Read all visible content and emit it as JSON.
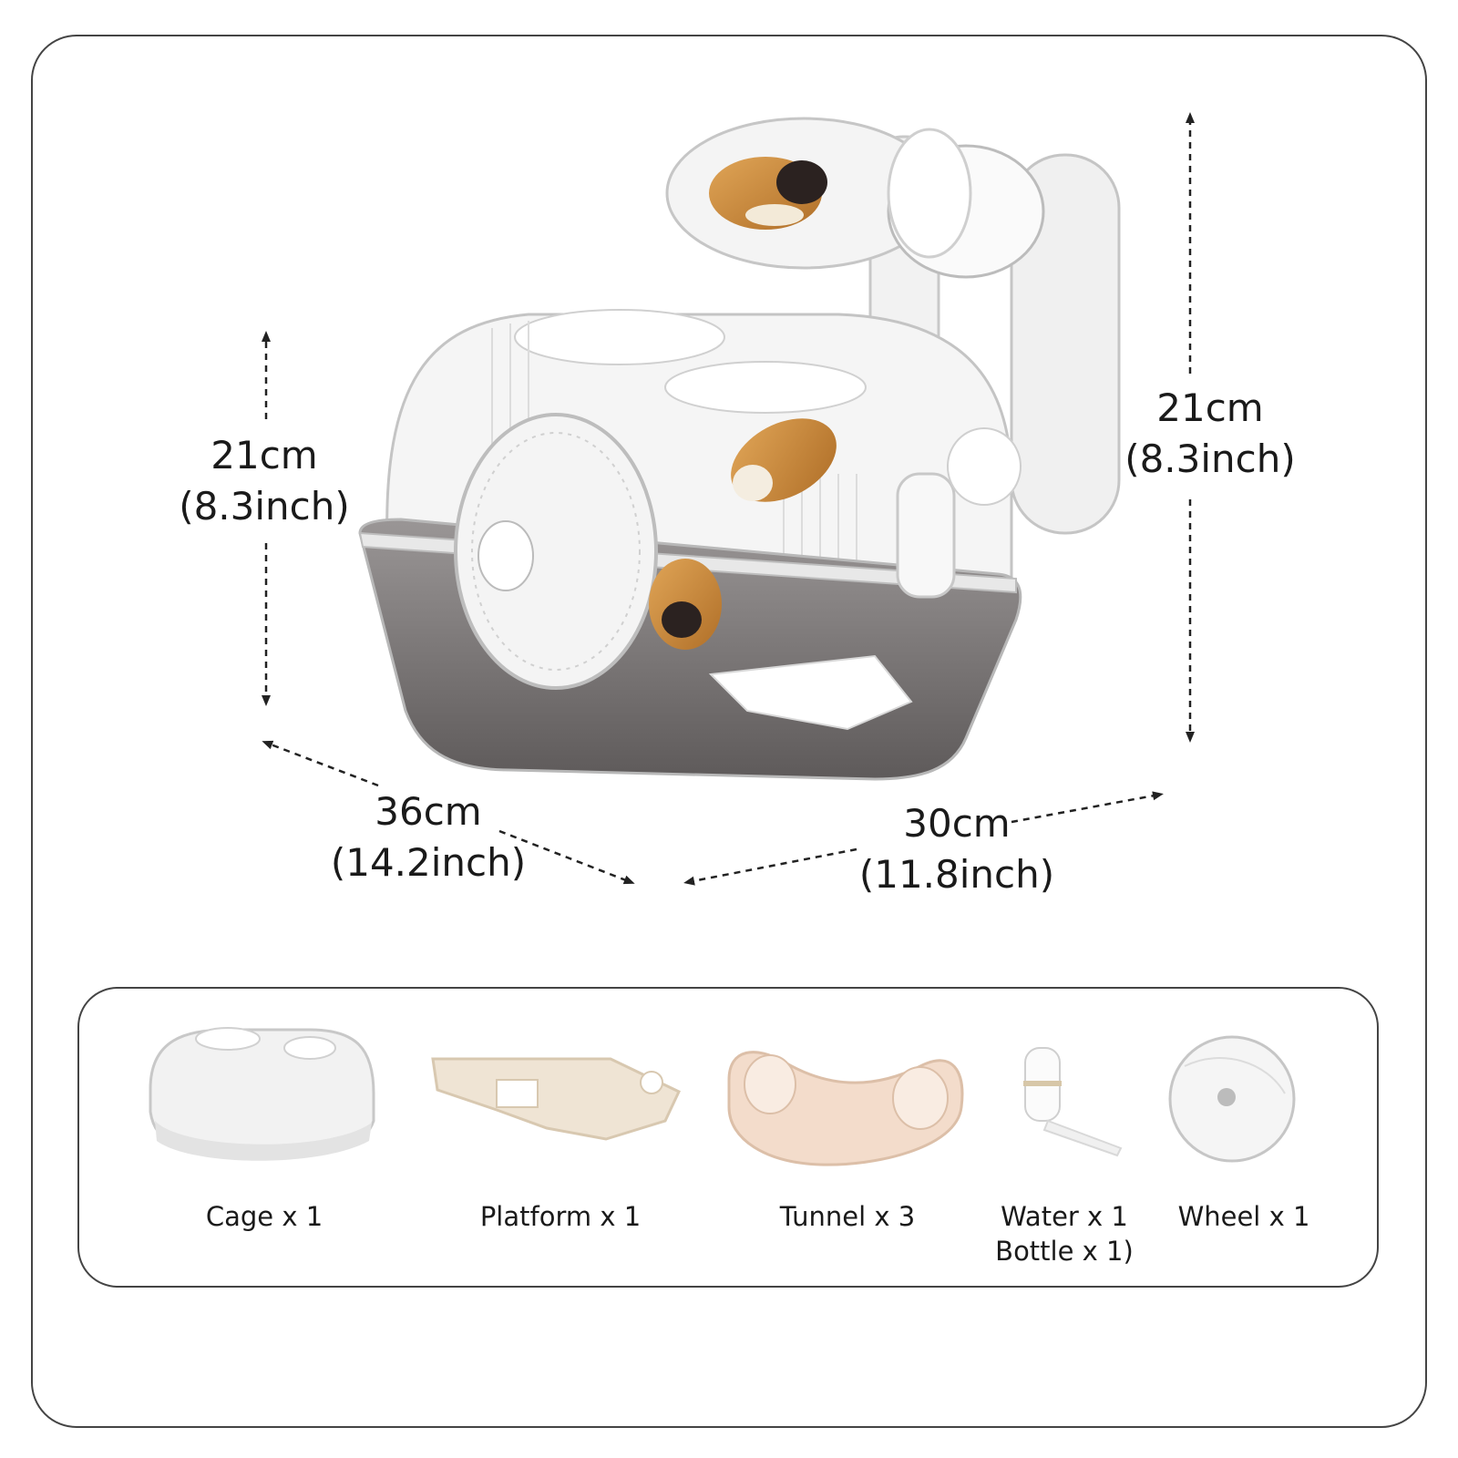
{
  "dimensions": {
    "left_height": {
      "metric": "21cm",
      "imperial": "(8.3inch)"
    },
    "right_height": {
      "metric": "21cm",
      "imperial": "(8.3inch)"
    },
    "depth": {
      "metric": "36cm",
      "imperial": "(14.2inch)"
    },
    "width": {
      "metric": "30cm",
      "imperial": "(11.8inch)"
    }
  },
  "parts": [
    {
      "line1": "Cage x 1",
      "line2": ""
    },
    {
      "line1": "Platform x 1",
      "line2": ""
    },
    {
      "line1": "Tunnel x 3",
      "line2": ""
    },
    {
      "line1": "Water x 1",
      "line2": "Bottle x 1)"
    },
    {
      "line1": "Wheel x 1",
      "line2": ""
    }
  ],
  "colors": {
    "frame": "#444444",
    "hamster": "#c98a3c",
    "cage_base": "#6e6a6a",
    "platform": "#efe4d4",
    "tunnel": "#f3dccb"
  }
}
